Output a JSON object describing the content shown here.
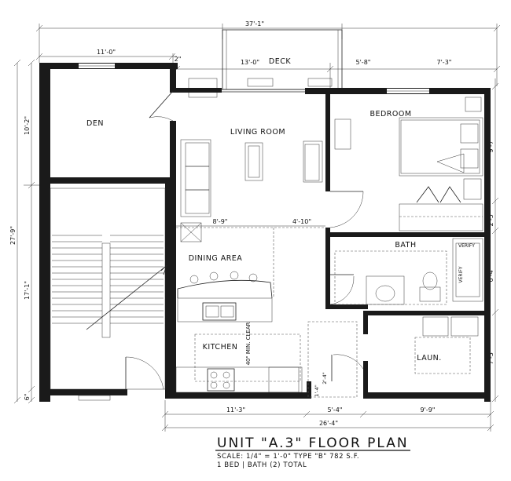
{
  "title": "UNIT \"A.3\" FLOOR PLAN",
  "scale_line": "SCALE: 1/4\" = 1'-0\"  TYPE \"B\" 782 S.F.",
  "bed_bath_line": "1 BED | BATH (2) TOTAL",
  "rooms": {
    "deck": "DECK",
    "den": "DEN",
    "living_room": "LIVING ROOM",
    "bedroom": "BEDROOM",
    "dining_area": "DINING AREA",
    "bath": "BATH",
    "kitchen": "KITCHEN",
    "laundry": "LAUN."
  },
  "notes": {
    "verify_1": "VERIFY",
    "verify_2": "VERIFY",
    "clearance": "40\" MIN. CLEAR"
  },
  "dimensions": {
    "overall_top": "37'-1\"",
    "den_width": "11'-0\"",
    "small_2": "2\"",
    "deck_width": "13'-0\"",
    "deck_right": "5'-8\"",
    "bed_top": "7'-3\"",
    "left_overall": "27'-9\"",
    "left_upper": "10'-2\"",
    "left_lower": "17'-1\"",
    "left_bottom_small": "6\"",
    "living_w": "8'-9\"",
    "living_w2": "4'-10\"",
    "right_1": "9'-7\"",
    "right_2": "2'-5\"",
    "right_3": "6'-4\"",
    "right_4": "7'-3\"",
    "bottom_1": "11'-3\"",
    "bottom_2": "5'-4\"",
    "bottom_3": "9'-9\"",
    "bottom_total": "26'-4\"",
    "door_small_1": "1'-4\"",
    "door_small_2": "2'-4\""
  }
}
